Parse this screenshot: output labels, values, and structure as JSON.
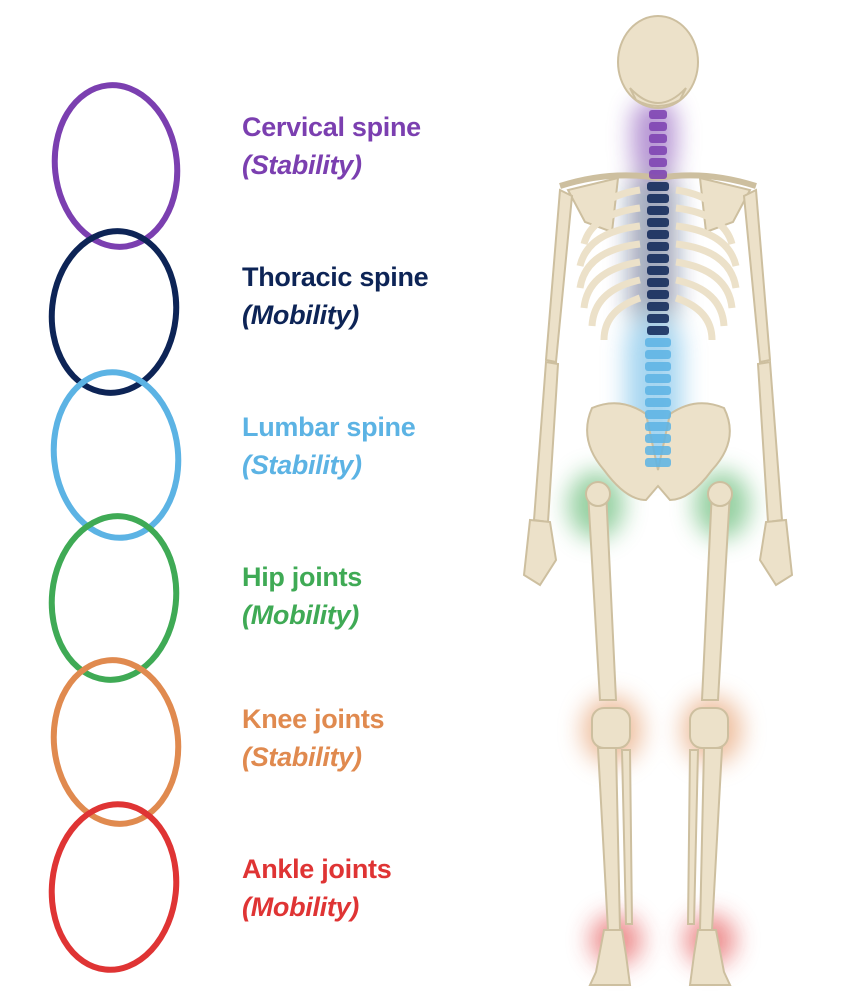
{
  "colors": {
    "cervical": "#7b3fb0",
    "thoracic": "#0d2456",
    "lumbar": "#5cb3e4",
    "hip": "#3faa55",
    "knee": "#e08a4f",
    "ankle": "#df3434",
    "bone": "#ece1c9",
    "bone_shade": "#cdbf9f"
  },
  "joints": [
    {
      "name": "Cervical spine",
      "role": "(Stability)"
    },
    {
      "name": "Thoracic spine",
      "role": "(Mobility)"
    },
    {
      "name": "Lumbar spine",
      "role": "(Stability)"
    },
    {
      "name": "Hip joints",
      "role": "(Mobility)"
    },
    {
      "name": "Knee joints",
      "role": "(Stability)"
    },
    {
      "name": "Ankle joints",
      "role": "(Mobility)"
    }
  ]
}
